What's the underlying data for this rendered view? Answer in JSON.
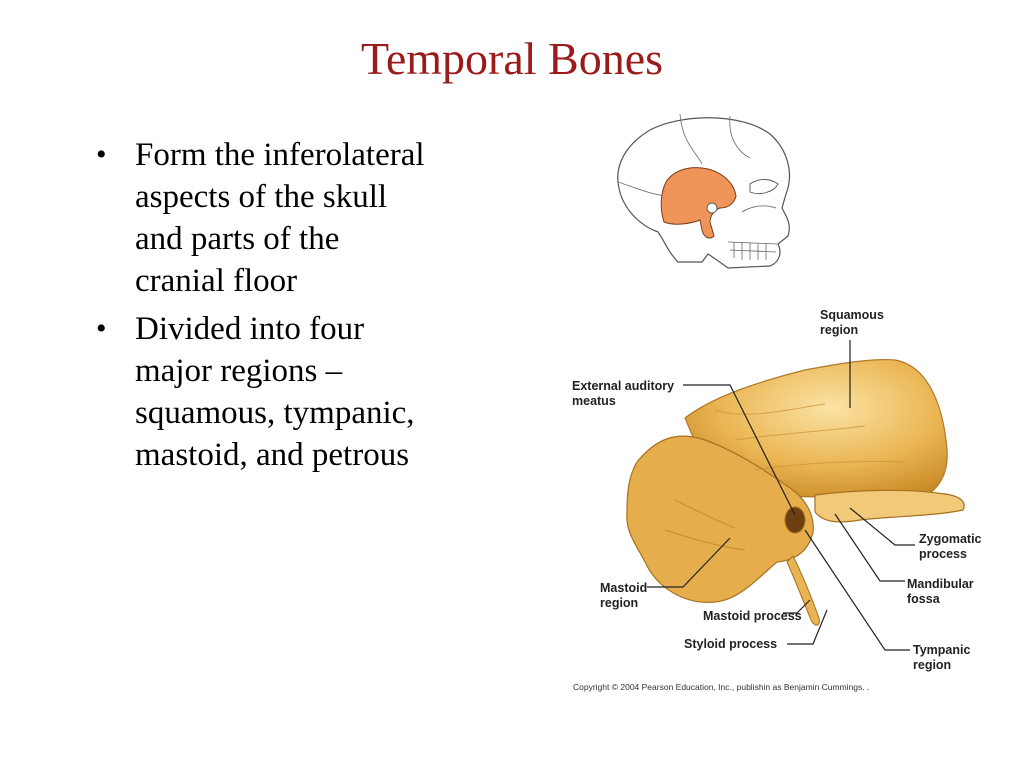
{
  "slide": {
    "title": "Temporal Bones",
    "bullets": [
      "Form the inferolateral aspects of the skull and parts of the cranial floor",
      "Divided into four major regions – squamous, tympanic, mastoid, and petrous"
    ],
    "bullet_glyph": "•"
  },
  "figure": {
    "labels": {
      "squamous": "Squamous\nregion",
      "ext_auditory": "External auditory\nmeatus",
      "zygomatic": "Zygomatic\nprocess",
      "mandibular": "Mandibular\nfossa",
      "mastoid_region": "Mastoid\nregion",
      "mastoid_process": "Mastoid process",
      "styloid": "Styloid process",
      "tympanic": "Tympanic\nregion"
    },
    "copyright": "Copyright © 2004 Pearson Education, Inc., publishin as Benjamin Cummings. ."
  },
  "colors": {
    "title": "#9b1b1b",
    "highlight": "#f0955a",
    "bone": "#e8b24a"
  }
}
